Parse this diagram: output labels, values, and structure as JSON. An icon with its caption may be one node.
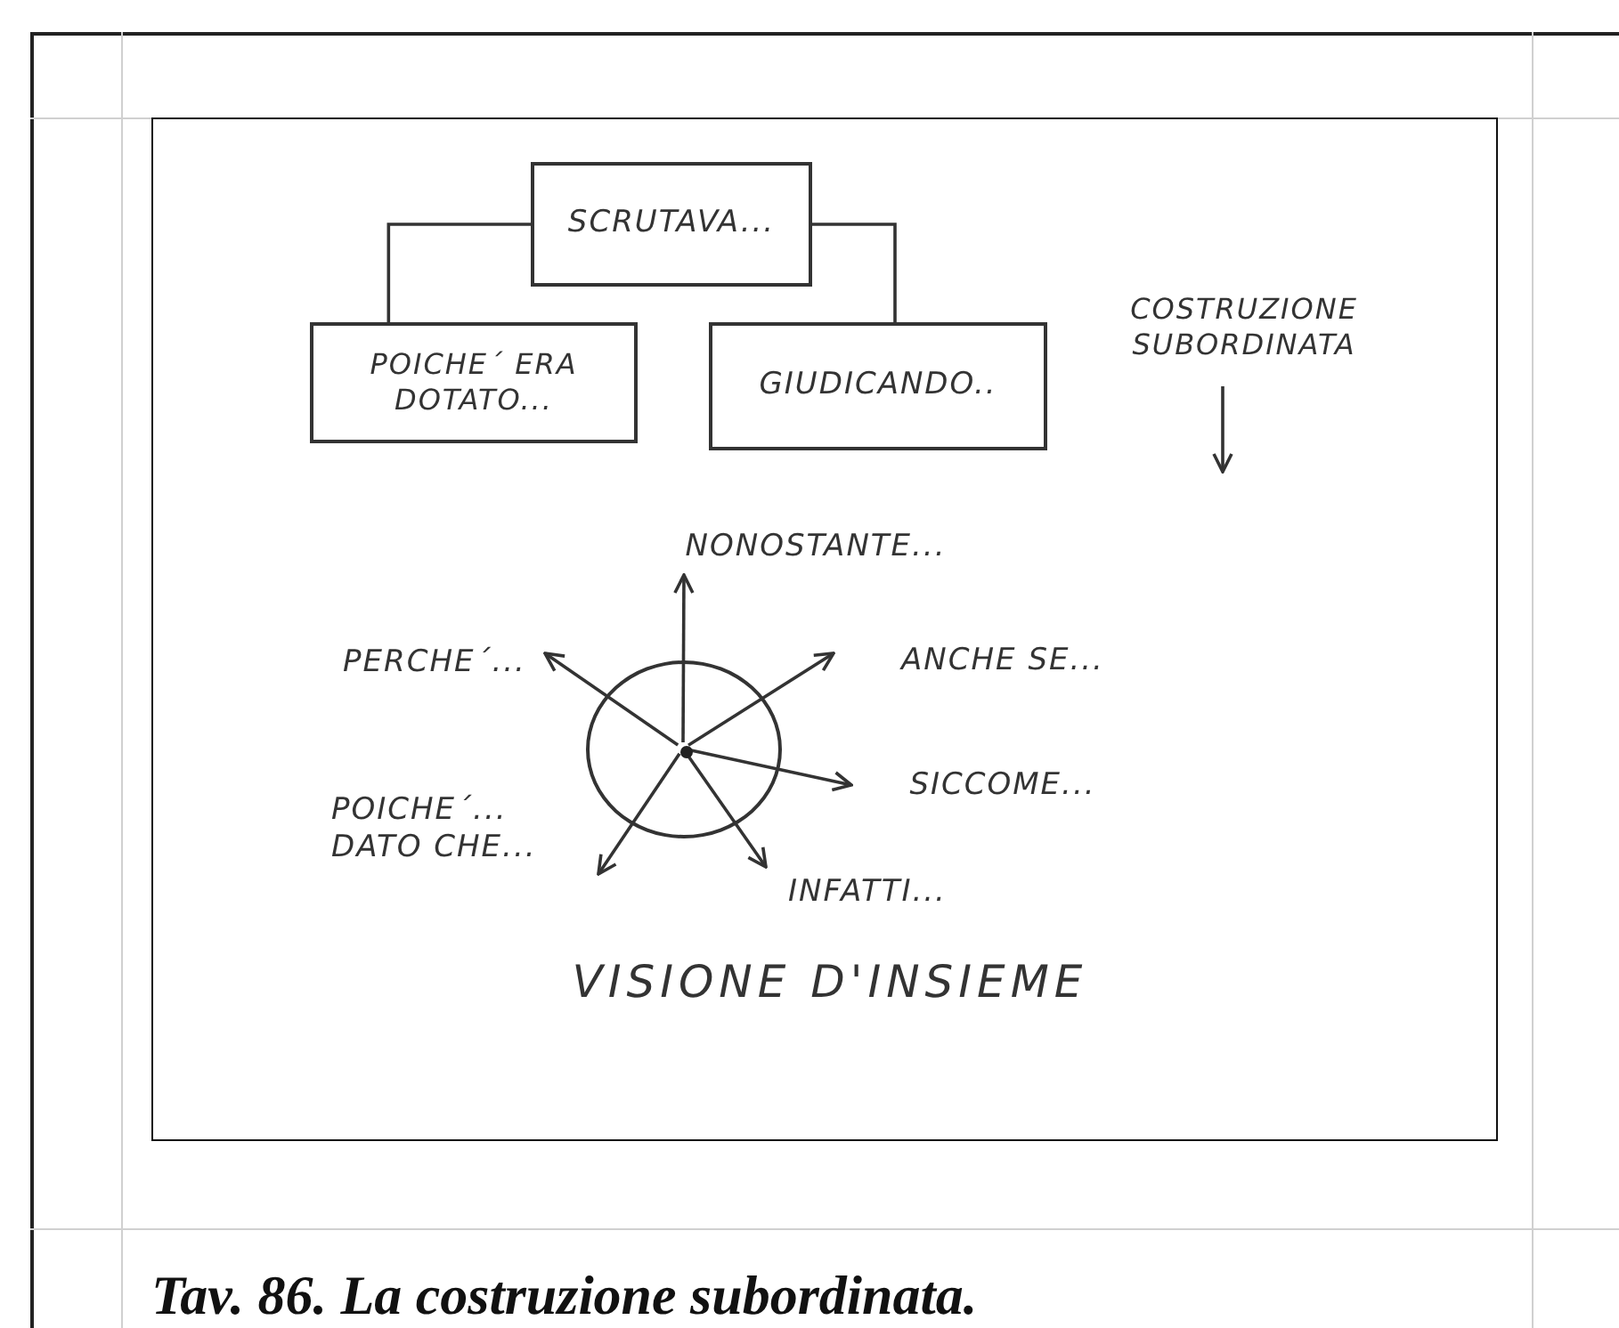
{
  "diagram": {
    "caption": "Tav. 86. La costruzione subordinata.",
    "nodes": [
      {
        "text": [
          "SCRUTAVA..."
        ]
      },
      {
        "text": [
          "POICHE´ ERA DOTATO..."
        ]
      },
      {
        "text": [
          "GIUDICANDO.."
        ]
      },
      {
        "text": [],
        "shape": "circle"
      },
      {
        "text": [],
        "shape": "circle",
        "in": 3
      },
      {
        "text": [
          "COSTRUZIONE SUBORDINATA"
        ]
      },
      {
        "text": [
          "NONOSTANTE..."
        ]
      },
      {
        "text": [
          "PERCHE´..."
        ]
      },
      {
        "text": [
          "ANCHE SE..."
        ]
      },
      {
        "text": [
          "POICHE´... DATO CHE..."
        ]
      },
      {
        "text": [
          "SICCOME..."
        ]
      },
      {
        "text": [
          "INFATTI..."
        ]
      }
    ],
    "edges": [
      {
        "from": 0,
        "to": 1,
        "arrow": "none"
      },
      {
        "from": 0,
        "to": 2,
        "arrow": "none"
      },
      {
        "from": 5,
        "to": null,
        "arrow": "to"
      },
      {
        "from": 4,
        "to": 6,
        "arrow": "to"
      },
      {
        "from": 4,
        "to": 7,
        "arrow": "to"
      },
      {
        "from": 4,
        "to": 8,
        "arrow": "to"
      },
      {
        "from": 4,
        "to": 9,
        "arrow": "to"
      },
      {
        "from": 4,
        "to": 10,
        "arrow": "to"
      },
      {
        "from": 4,
        "to": 11,
        "arrow": "to"
      }
    ],
    "labels": [
      "VISIONE D'INSIEME"
    ]
  }
}
